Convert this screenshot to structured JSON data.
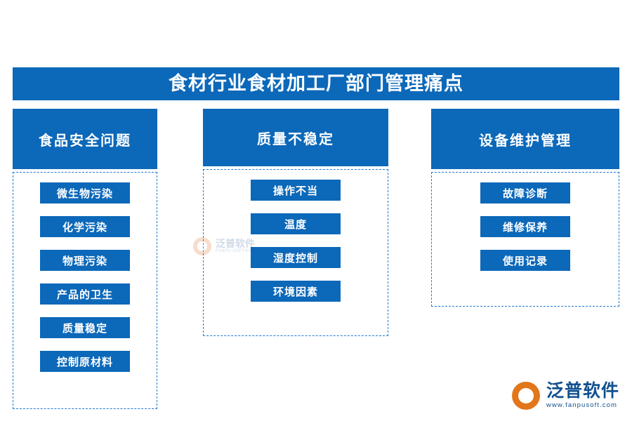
{
  "title": {
    "text": "食材行业食材加工厂部门管理痛点"
  },
  "colors": {
    "primary_blue": "#0c68b9",
    "dashed_border": "#1f7ad4",
    "logo_orange": "#e2761b",
    "logo_blue": "#12508f",
    "background": "#ffffff"
  },
  "columns": [
    {
      "header": "食品安全问题",
      "items": [
        "微生物污染",
        "化学污染",
        "物理污染",
        "产品的卫生",
        "质量稳定",
        "控制原材料"
      ]
    },
    {
      "header": "质量不稳定",
      "items": [
        "操作不当",
        "温度",
        "湿度控制",
        "环境因素"
      ]
    },
    {
      "header": "设备维护管理",
      "items": [
        "故障诊断",
        "维修保养",
        "使用记录"
      ]
    }
  ],
  "watermark_center": {
    "cn": "泛普软件",
    "en": "FANPU SOFTWARE"
  },
  "logo": {
    "cn": "泛普软件",
    "en": "www.fanpusoft.com"
  }
}
